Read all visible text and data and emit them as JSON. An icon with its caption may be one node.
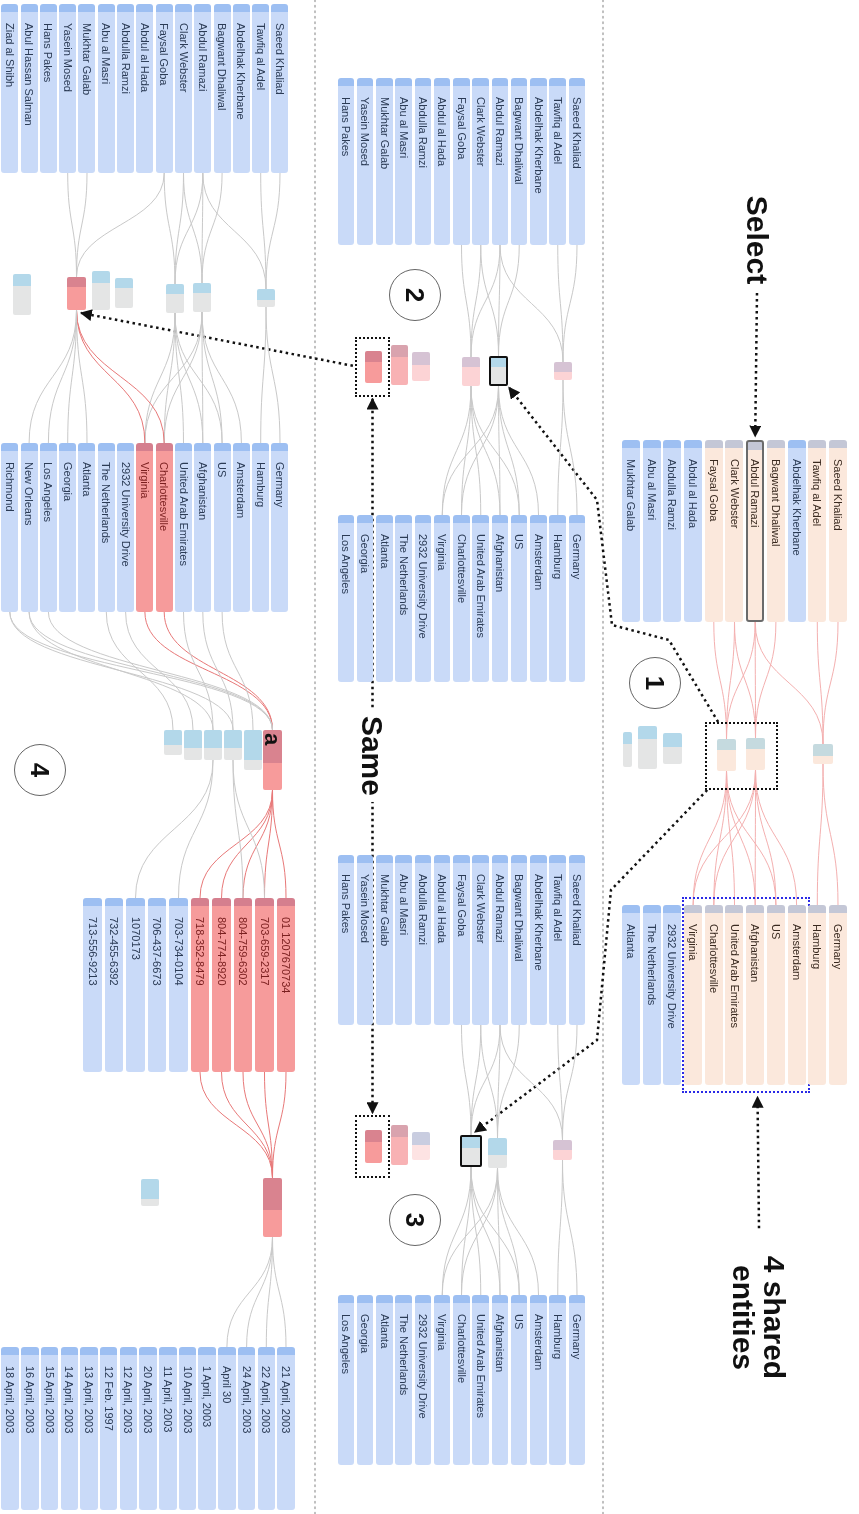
{
  "diagram": {
    "nodes": [
      {
        "text": [
          "Select"
        ]
      },
      {
        "text": [
          "4 shared entities"
        ]
      },
      {
        "text": [
          "1"
        ]
      },
      {
        "text": [
          "2"
        ]
      },
      {
        "text": [
          "3"
        ]
      },
      {
        "text": [
          "4"
        ]
      },
      {
        "text": [
          "Saeed Khaliad"
        ]
      },
      {
        "text": [
          "Tawfiq al Adel"
        ]
      },
      {
        "text": [
          "Abdelhak Kherbane"
        ]
      },
      {
        "text": [
          "Bagwant Dhaliwal"
        ]
      },
      {
        "text": [
          "Abdul Ramazi"
        ]
      },
      {
        "text": [
          "Clark Webster"
        ]
      },
      {
        "text": [
          "Faysal Goba"
        ]
      },
      {
        "text": [
          "Abdul al Hada"
        ]
      },
      {
        "text": [
          "Abdulla Ramzi"
        ]
      },
      {
        "text": [
          "Abu al Masri"
        ]
      },
      {
        "text": [
          "Mukhtar Galab"
        ]
      },
      {
        "text": [],
        "shape": "box"
      },
      {
        "text": [
          "Germany"
        ]
      },
      {
        "text": [
          "Hamburg"
        ]
      },
      {
        "text": [
          "Amsterdam"
        ],
        "in": 17
      },
      {
        "text": [
          "US"
        ],
        "in": 17
      },
      {
        "text": [
          "Afghanistan"
        ],
        "in": 17
      },
      {
        "text": [
          "United Arab Emirates"
        ],
        "in": 17
      },
      {
        "text": [
          "Charlottesville"
        ],
        "in": 17
      },
      {
        "text": [
          "Virginia"
        ],
        "in": 17
      },
      {
        "text": [
          "2932 University Drive"
        ]
      },
      {
        "text": [
          "The Netherlands"
        ]
      },
      {
        "text": [
          "Atlanta"
        ]
      },
      {
        "text": [],
        "shape": "box"
      },
      {
        "text": [],
        "shape": "bar",
        "in": 29
      },
      {
        "text": [],
        "shape": "bar",
        "in": 29
      },
      {
        "text": [],
        "shape": "bar"
      },
      {
        "text": [],
        "shape": "bar"
      },
      {
        "text": [],
        "shape": "bar"
      },
      {
        "text": [],
        "shape": "bar"
      },
      {
        "text": [
          "Saeed Khaliad"
        ]
      },
      {
        "text": [
          "Tawfiq al Adel"
        ]
      },
      {
        "text": [
          "Abdelhak Kherbane"
        ]
      },
      {
        "text": [
          "Bagwant Dhaliwal"
        ]
      },
      {
        "text": [
          "Abdul Ramazi"
        ]
      },
      {
        "text": [
          "Clark Webster"
        ]
      },
      {
        "text": [
          "Faysal Goba"
        ]
      },
      {
        "text": [
          "Abdul al Hada"
        ]
      },
      {
        "text": [
          "Abdulla Ramzi"
        ]
      },
      {
        "text": [
          "Abu al Masri"
        ]
      },
      {
        "text": [
          "Mukhtar Galab"
        ]
      },
      {
        "text": [
          "Yasein Mosed"
        ]
      },
      {
        "text": [
          "Hans Pakes"
        ]
      },
      {
        "text": [
          "Germany"
        ]
      },
      {
        "text": [
          "Hamburg"
        ]
      },
      {
        "text": [
          "Amsterdam"
        ]
      },
      {
        "text": [
          "US"
        ]
      },
      {
        "text": [
          "Afghanistan"
        ]
      },
      {
        "text": [
          "United Arab Emirates"
        ]
      },
      {
        "text": [
          "Charlottesville"
        ]
      },
      {
        "text": [
          "Virginia"
        ]
      },
      {
        "text": [
          "2932 University Drive"
        ]
      },
      {
        "text": [
          "The Netherlands"
        ]
      },
      {
        "text": [
          "Atlanta"
        ]
      },
      {
        "text": [
          "Georgia"
        ]
      },
      {
        "text": [
          "Los Angeles"
        ]
      },
      {
        "text": [],
        "shape": "box"
      },
      {
        "text": [],
        "shape": "bar",
        "in": 62
      },
      {
        "text": [],
        "shape": "bar"
      },
      {
        "text": [],
        "shape": "bar"
      },
      {
        "text": [],
        "shape": "bar"
      },
      {
        "text": [],
        "shape": "bar"
      },
      {
        "text": [],
        "shape": "bar"
      },
      {
        "text": [
          "Saeed Khaliad"
        ]
      },
      {
        "text": [
          "Tawfiq al Adel"
        ]
      },
      {
        "text": [
          "Abdelhak Kherbane"
        ]
      },
      {
        "text": [
          "Bagwant Dhaliwal"
        ]
      },
      {
        "text": [
          "Abdul Ramazi"
        ]
      },
      {
        "text": [
          "Clark Webster"
        ]
      },
      {
        "text": [
          "Faysal Goba"
        ]
      },
      {
        "text": [
          "Abdul al Hada"
        ]
      },
      {
        "text": [
          "Abdulla Ramzi"
        ]
      },
      {
        "text": [
          "Abu al Masri"
        ]
      },
      {
        "text": [
          "Mukhtar Galab"
        ]
      },
      {
        "text": [
          "Yasein Mosed"
        ]
      },
      {
        "text": [
          "Hans Pakes"
        ]
      },
      {
        "text": [
          "Germany"
        ]
      },
      {
        "text": [
          "Hamburg"
        ]
      },
      {
        "text": [
          "Amsterdam"
        ]
      },
      {
        "text": [
          "US"
        ]
      },
      {
        "text": [
          "Afghanistan"
        ]
      },
      {
        "text": [
          "United Arab Emirates"
        ]
      },
      {
        "text": [
          "Charlottesville"
        ]
      },
      {
        "text": [
          "Virginia"
        ]
      },
      {
        "text": [
          "2932 University Drive"
        ]
      },
      {
        "text": [
          "The Netherlands"
        ]
      },
      {
        "text": [
          "Atlanta"
        ]
      },
      {
        "text": [
          "Georgia"
        ]
      },
      {
        "text": [
          "Los Angeles"
        ]
      },
      {
        "text": [],
        "shape": "box"
      },
      {
        "text": [],
        "shape": "bar",
        "in": 95
      },
      {
        "text": [],
        "shape": "bar"
      },
      {
        "text": [],
        "shape": "bar"
      },
      {
        "text": [],
        "shape": "bar"
      },
      {
        "text": [],
        "shape": "bar"
      },
      {
        "text": [],
        "shape": "bar"
      },
      {
        "text": [
          "Saeed Khaliad"
        ]
      },
      {
        "text": [
          "Tawfiq al Adel"
        ]
      },
      {
        "text": [
          "Abdelhak Kherbane"
        ]
      },
      {
        "text": [
          "Bagwant Dhaliwal"
        ]
      },
      {
        "text": [
          "Abdul Ramazi"
        ]
      },
      {
        "text": [
          "Clark Webster"
        ]
      },
      {
        "text": [
          "Faysal Goba"
        ]
      },
      {
        "text": [
          "Abdul al Hada"
        ]
      },
      {
        "text": [
          "Abdulla Ramzi"
        ]
      },
      {
        "text": [
          "Abu al Masri"
        ]
      },
      {
        "text": [
          "Mukhtar Galab"
        ]
      },
      {
        "text": [
          "Yasein Mosed"
        ]
      },
      {
        "text": [
          "Hans Pakes"
        ]
      },
      {
        "text": [
          "Abul Hassan Salman"
        ]
      },
      {
        "text": [
          "Ziad al Shibh"
        ]
      },
      {
        "text": [
          "Germany"
        ]
      },
      {
        "text": [
          "Hamburg"
        ]
      },
      {
        "text": [
          "Amsterdam"
        ]
      },
      {
        "text": [
          "US"
        ]
      },
      {
        "text": [
          "Afghanistan"
        ]
      },
      {
        "text": [
          "United Arab Emirates"
        ]
      },
      {
        "text": [
          "Charlottesville"
        ]
      },
      {
        "text": [
          "Virginia"
        ]
      },
      {
        "text": [
          "2932 University Drive"
        ]
      },
      {
        "text": [
          "The Netherlands"
        ]
      },
      {
        "text": [
          "Atlanta"
        ]
      },
      {
        "text": [
          "Georgia"
        ]
      },
      {
        "text": [
          "Los Angeles"
        ]
      },
      {
        "text": [
          "New Orleans"
        ]
      },
      {
        "text": [
          "Richmond"
        ]
      },
      {
        "text": [
          "01 1207670734"
        ]
      },
      {
        "text": [
          "703-659-2317"
        ]
      },
      {
        "text": [
          "804-759-6302"
        ]
      },
      {
        "text": [
          "804-774-8920"
        ]
      },
      {
        "text": [
          "718-352-8479"
        ]
      },
      {
        "text": [
          "703-734-0104"
        ]
      },
      {
        "text": [
          "706-437-6673"
        ]
      },
      {
        "text": [
          "1070173"
        ]
      },
      {
        "text": [
          "732-455-6392"
        ]
      },
      {
        "text": [
          "713-556-9213"
        ]
      },
      {
        "text": [
          "21 April, 2003"
        ]
      },
      {
        "text": [
          "22 April, 2003"
        ]
      },
      {
        "text": [
          "24 April, 2003"
        ]
      },
      {
        "text": [
          "April 30"
        ]
      },
      {
        "text": [
          "1 April, 2003"
        ]
      },
      {
        "text": [
          "10 April, 2003"
        ]
      },
      {
        "text": [
          "11 April, 2003"
        ]
      },
      {
        "text": [
          "20 April, 2003"
        ]
      },
      {
        "text": [
          "12 April, 2003"
        ]
      },
      {
        "text": [
          "12 Feb. 1997"
        ]
      },
      {
        "text": [
          "13 April, 2003"
        ]
      },
      {
        "text": [
          "14 April, 2003"
        ]
      },
      {
        "text": [
          "15 April, 2003"
        ]
      },
      {
        "text": [
          "16 April, 2003"
        ]
      },
      {
        "text": [
          "18 April, 2003"
        ]
      },
      {
        "text": [],
        "shape": "bar"
      },
      {
        "text": [],
        "shape": "bar"
      },
      {
        "text": [],
        "shape": "bar"
      },
      {
        "text": [],
        "shape": "bar"
      },
      {
        "text": [],
        "shape": "bar"
      },
      {
        "text": [],
        "shape": "bar"
      },
      {
        "text": [],
        "shape": "bar"
      },
      {
        "text": [],
        "shape": "bar"
      },
      {
        "text": [],
        "shape": "bar"
      },
      {
        "text": [],
        "shape": "bar"
      },
      {
        "text": [],
        "shape": "bar"
      },
      {
        "text": [],
        "shape": "bar"
      },
      {
        "text": [
          "a"
        ]
      },
      {
        "text": [],
        "shape": "bar"
      },
      {
        "text": [],
        "shape": "bar"
      }
    ],
    "edges": [
      {
        "from": 0,
        "to": 10,
        "arrow": "to",
        "style": "dashed",
        "color": "#111111"
      },
      {
        "from": 1,
        "to": 17,
        "arrow": "to",
        "style": "dashed",
        "color": "#111111"
      },
      {
        "from": 29,
        "to": 67,
        "arrow": "to",
        "style": "dashed",
        "color": "#111111"
      },
      {
        "from": 29,
        "to": 99,
        "arrow": "to",
        "style": "dashed",
        "color": "#111111"
      },
      {
        "from": 62,
        "to": 158,
        "arrow": "to",
        "style": "dashed",
        "color": "#111111"
      },
      {
        "from": 62,
        "to": 95,
        "arrow": "both",
        "label": "Same",
        "style": "dashed",
        "color": "#111111"
      },
      {
        "from": 6,
        "to": 32,
        "arrow": "none",
        "color": "#f4b0b0"
      },
      {
        "from": 7,
        "to": 32,
        "arrow": "none",
        "color": "#f4b0b0"
      },
      {
        "from": 10,
        "to": 32,
        "arrow": "none",
        "color": "#f4b0b0"
      },
      {
        "from": 32,
        "to": 18,
        "arrow": "none",
        "color": "#f4b0b0"
      },
      {
        "from": 32,
        "to": 19,
        "arrow": "none",
        "color": "#f4b0b0"
      },
      {
        "from": 10,
        "to": 31,
        "arrow": "none",
        "color": "#f4b0b0"
      },
      {
        "from": 9,
        "to": 31,
        "arrow": "none",
        "color": "#f4b0b0"
      },
      {
        "from": 11,
        "to": 31,
        "arrow": "none",
        "color": "#f4b0b0"
      },
      {
        "from": 31,
        "to": 25,
        "arrow": "none",
        "color": "#f4b0b0"
      },
      {
        "from": 31,
        "to": 24,
        "arrow": "none",
        "color": "#f4b0b0"
      },
      {
        "from": 31,
        "to": 22,
        "arrow": "none",
        "color": "#f4b0b0"
      },
      {
        "from": 31,
        "to": 21,
        "arrow": "none",
        "color": "#f4b0b0"
      },
      {
        "from": 31,
        "to": 20,
        "arrow": "none",
        "color": "#f4b0b0"
      },
      {
        "from": 12,
        "to": 30,
        "arrow": "none",
        "color": "#f4b0b0"
      },
      {
        "from": 11,
        "to": 30,
        "arrow": "none",
        "color": "#f4b0b0"
      },
      {
        "from": 10,
        "to": 30,
        "arrow": "none",
        "color": "#f4b0b0"
      },
      {
        "from": 30,
        "to": 25,
        "arrow": "none",
        "color": "#f4b0b0"
      },
      {
        "from": 30,
        "to": 24,
        "arrow": "none",
        "color": "#f4b0b0"
      },
      {
        "from": 30,
        "to": 23,
        "arrow": "none",
        "color": "#f4b0b0"
      },
      {
        "from": 30,
        "to": 22,
        "arrow": "none",
        "color": "#f4b0b0"
      },
      {
        "from": 30,
        "to": 21,
        "arrow": "none",
        "color": "#f4b0b0"
      },
      {
        "from": 36,
        "to": 68,
        "arrow": "none"
      },
      {
        "from": 37,
        "to": 68,
        "arrow": "none"
      },
      {
        "from": 40,
        "to": 68,
        "arrow": "none"
      },
      {
        "from": 68,
        "to": 49,
        "arrow": "none"
      },
      {
        "from": 68,
        "to": 50,
        "arrow": "none"
      },
      {
        "from": 40,
        "to": 67,
        "arrow": "none"
      },
      {
        "from": 39,
        "to": 67,
        "arrow": "none"
      },
      {
        "from": 41,
        "to": 67,
        "arrow": "none"
      },
      {
        "from": 67,
        "to": 56,
        "arrow": "none"
      },
      {
        "from": 67,
        "to": 55,
        "arrow": "none"
      },
      {
        "from": 67,
        "to": 53,
        "arrow": "none"
      },
      {
        "from": 67,
        "to": 52,
        "arrow": "none"
      },
      {
        "from": 67,
        "to": 51,
        "arrow": "none"
      },
      {
        "from": 42,
        "to": 66,
        "arrow": "none"
      },
      {
        "from": 41,
        "to": 66,
        "arrow": "none"
      },
      {
        "from": 40,
        "to": 66,
        "arrow": "none"
      },
      {
        "from": 66,
        "to": 56,
        "arrow": "none"
      },
      {
        "from": 66,
        "to": 55,
        "arrow": "none"
      },
      {
        "from": 66,
        "to": 54,
        "arrow": "none"
      },
      {
        "from": 66,
        "to": 53,
        "arrow": "none"
      },
      {
        "from": 66,
        "to": 52,
        "arrow": "none"
      },
      {
        "from": 69,
        "to": 101,
        "arrow": "none"
      },
      {
        "from": 70,
        "to": 101,
        "arrow": "none"
      },
      {
        "from": 73,
        "to": 101,
        "arrow": "none"
      },
      {
        "from": 101,
        "to": 82,
        "arrow": "none"
      },
      {
        "from": 101,
        "to": 83,
        "arrow": "none"
      },
      {
        "from": 73,
        "to": 100,
        "arrow": "none"
      },
      {
        "from": 72,
        "to": 100,
        "arrow": "none"
      },
      {
        "from": 74,
        "to": 100,
        "arrow": "none"
      },
      {
        "from": 100,
        "to": 89,
        "arrow": "none"
      },
      {
        "from": 100,
        "to": 88,
        "arrow": "none"
      },
      {
        "from": 100,
        "to": 86,
        "arrow": "none"
      },
      {
        "from": 100,
        "to": 85,
        "arrow": "none"
      },
      {
        "from": 100,
        "to": 84,
        "arrow": "none"
      },
      {
        "from": 75,
        "to": 99,
        "arrow": "none"
      },
      {
        "from": 74,
        "to": 99,
        "arrow": "none"
      },
      {
        "from": 73,
        "to": 99,
        "arrow": "none"
      },
      {
        "from": 99,
        "to": 89,
        "arrow": "none"
      },
      {
        "from": 99,
        "to": 88,
        "arrow": "none"
      },
      {
        "from": 99,
        "to": 87,
        "arrow": "none"
      },
      {
        "from": 99,
        "to": 86,
        "arrow": "none"
      },
      {
        "from": 99,
        "to": 85,
        "arrow": "none"
      },
      {
        "from": 102,
        "to": 163,
        "arrow": "none"
      },
      {
        "from": 103,
        "to": 163,
        "arrow": "none"
      },
      {
        "from": 106,
        "to": 163,
        "arrow": "none"
      },
      {
        "from": 163,
        "to": 117,
        "arrow": "none"
      },
      {
        "from": 163,
        "to": 118,
        "arrow": "none"
      },
      {
        "from": 106,
        "to": 162,
        "arrow": "none"
      },
      {
        "from": 105,
        "to": 162,
        "arrow": "none"
      },
      {
        "from": 107,
        "to": 162,
        "arrow": "none"
      },
      {
        "from": 162,
        "to": 124,
        "arrow": "none"
      },
      {
        "from": 162,
        "to": 123,
        "arrow": "none"
      },
      {
        "from": 162,
        "to": 121,
        "arrow": "none"
      },
      {
        "from": 162,
        "to": 120,
        "arrow": "none"
      },
      {
        "from": 162,
        "to": 119,
        "arrow": "none"
      },
      {
        "from": 108,
        "to": 161,
        "arrow": "none"
      },
      {
        "from": 107,
        "to": 161,
        "arrow": "none"
      },
      {
        "from": 106,
        "to": 161,
        "arrow": "none"
      },
      {
        "from": 161,
        "to": 124,
        "arrow": "none"
      },
      {
        "from": 161,
        "to": 123,
        "arrow": "none"
      },
      {
        "from": 161,
        "to": 122,
        "arrow": "none"
      },
      {
        "from": 161,
        "to": 121,
        "arrow": "none"
      },
      {
        "from": 161,
        "to": 120,
        "arrow": "none"
      },
      {
        "from": 113,
        "to": 158,
        "arrow": "none"
      },
      {
        "from": 112,
        "to": 158,
        "arrow": "none"
      },
      {
        "from": 108,
        "to": 158,
        "arrow": "none"
      },
      {
        "from": 158,
        "to": 124,
        "arrow": "none",
        "color": "#e87878"
      },
      {
        "from": 158,
        "to": 123,
        "arrow": "none",
        "color": "#e87878"
      },
      {
        "from": 158,
        "to": 127,
        "arrow": "none"
      },
      {
        "from": 158,
        "to": 128,
        "arrow": "none"
      },
      {
        "from": 158,
        "to": 129,
        "arrow": "none"
      },
      {
        "from": 158,
        "to": 130,
        "arrow": "none"
      },
      {
        "from": 124,
        "to": 169,
        "arrow": "none",
        "color": "#e87878"
      },
      {
        "from": 123,
        "to": 169,
        "arrow": "none",
        "color": "#e87878"
      },
      {
        "from": 131,
        "to": 169,
        "arrow": "none"
      },
      {
        "from": 130,
        "to": 169,
        "arrow": "none"
      },
      {
        "from": 129,
        "to": 169,
        "arrow": "none"
      },
      {
        "from": 120,
        "to": 168,
        "arrow": "none"
      },
      {
        "from": 121,
        "to": 167,
        "arrow": "none"
      },
      {
        "from": 131,
        "to": 167,
        "arrow": "none"
      },
      {
        "from": 122,
        "to": 166,
        "arrow": "none"
      },
      {
        "from": 130,
        "to": 166,
        "arrow": "none"
      },
      {
        "from": 125,
        "to": 165,
        "arrow": "none"
      },
      {
        "from": 126,
        "to": 164,
        "arrow": "none"
      },
      {
        "from": 169,
        "to": 132,
        "arrow": "none",
        "color": "#e87878"
      },
      {
        "from": 169,
        "to": 133,
        "arrow": "none",
        "color": "#e87878"
      },
      {
        "from": 169,
        "to": 134,
        "arrow": "none",
        "color": "#e87878"
      },
      {
        "from": 169,
        "to": 135,
        "arrow": "none",
        "color": "#e87878"
      },
      {
        "from": 169,
        "to": 136,
        "arrow": "none",
        "color": "#e87878"
      },
      {
        "from": 166,
        "to": 139,
        "arrow": "none"
      },
      {
        "from": 166,
        "to": 137,
        "arrow": "none"
      },
      {
        "from": 167,
        "to": 134,
        "arrow": "none"
      },
      {
        "from": 167,
        "to": 133,
        "arrow": "none"
      },
      {
        "from": 132,
        "to": 171,
        "arrow": "none",
        "color": "#e87878"
      },
      {
        "from": 133,
        "to": 171,
        "arrow": "none",
        "color": "#e87878"
      },
      {
        "from": 134,
        "to": 171,
        "arrow": "none",
        "color": "#e87878"
      },
      {
        "from": 135,
        "to": 171,
        "arrow": "none",
        "color": "#e87878"
      },
      {
        "from": 136,
        "to": 171,
        "arrow": "none",
        "color": "#e87878"
      },
      {
        "from": 171,
        "to": 142,
        "arrow": "none"
      },
      {
        "from": 171,
        "to": 143,
        "arrow": "none"
      },
      {
        "from": 171,
        "to": 144,
        "arrow": "none"
      },
      {
        "from": 171,
        "to": 145,
        "arrow": "none"
      }
    ]
  }
}
